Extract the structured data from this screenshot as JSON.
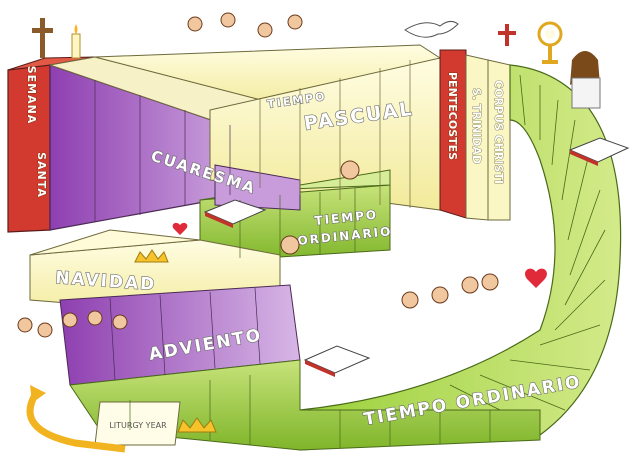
{
  "diagram": {
    "stages": [
      {
        "id": "semana-santa",
        "label_top": "SEMANA",
        "label_bottom": "SANTA",
        "color": "#d9332b"
      },
      {
        "id": "cuaresma",
        "label": "CUARESMA",
        "color": "#a64cc2"
      },
      {
        "id": "tiempo-pascual",
        "label_top": "TIEMPO",
        "label": "PASCUAL",
        "color": "#fbf7c4"
      },
      {
        "id": "pentecostes",
        "label": "PENTECOSTES",
        "color": "#d9332b"
      },
      {
        "id": "trinidad",
        "label": "S. TRINIDAD",
        "color": "#fbf7c4"
      },
      {
        "id": "corpus-christi",
        "label": "CORPUS CHRISTI",
        "color": "#fbf7c4"
      },
      {
        "id": "tiempo-ordinario-1",
        "label_top": "TIEMPO",
        "label": "ORDINARIO",
        "color": "#9fcc3e"
      },
      {
        "id": "navidad",
        "label": "NAVIDAD",
        "color": "#fbf7c4"
      },
      {
        "id": "adviento",
        "label": "ADVIENTO",
        "color": "#a64cc2"
      },
      {
        "id": "tiempo-ordinario-2",
        "label": "TIEMPO ORDINARIO",
        "color": "#9fcc3e"
      }
    ],
    "start_sign": "LITURGY YEAR",
    "icons": [
      "cross-icon",
      "candle-icon",
      "dove-icon",
      "monstrance-icon",
      "bible-icon",
      "crown-icon",
      "heart-icon",
      "arrow-icon",
      "jesus-figure-icon"
    ]
  }
}
